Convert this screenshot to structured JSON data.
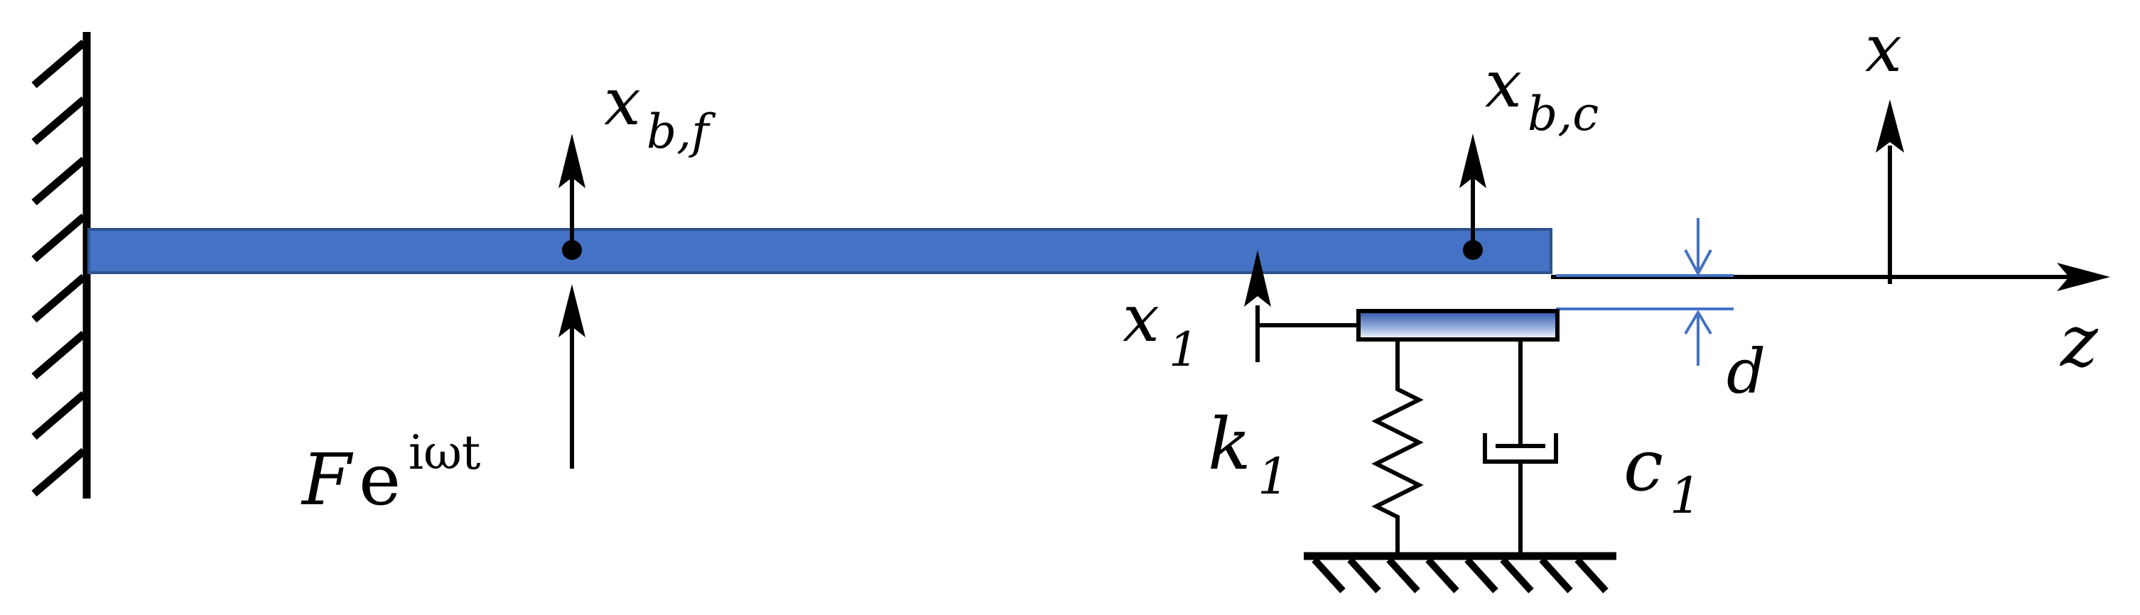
{
  "labels": {
    "x_bf_base": "x",
    "x_bf_sub": "b,f",
    "x_bc_base": "x",
    "x_bc_sub": "b,c",
    "x_axis": "x",
    "z_axis": "z",
    "x1_base": "x",
    "x1_sub": "1",
    "d": "d",
    "force_base": "F",
    "force_e": "e",
    "force_exp": "iωt",
    "k1_base": "k",
    "k1_sub": "1",
    "c1_base": "c",
    "c1_sub": "1"
  },
  "colors": {
    "beam_fill": "#4472C4",
    "beam_stroke": "#2F528F",
    "gap_indicator": "#4472C4",
    "ink": "#000000"
  }
}
